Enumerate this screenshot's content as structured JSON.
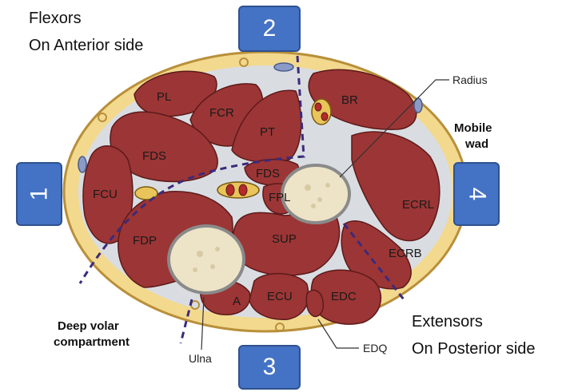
{
  "notes": {
    "flexors_line1": "Flexors",
    "flexors_line2": "On Anterior side",
    "extensors_line1": "Extensors",
    "extensors_line2": "On Posterior side"
  },
  "boxes": {
    "b1": "1",
    "b2": "2",
    "b3": "3",
    "b4": "4"
  },
  "muscles": {
    "pl": "PL",
    "fcr": "FCR",
    "pt": "PT",
    "br": "BR",
    "fds_top": "FDS",
    "fds_small": "FDS",
    "fpl": "FPL",
    "fcu": "FCU",
    "fdp": "FDP",
    "sup": "SUP",
    "ecrl": "ECRL",
    "ecrb": "ECRB",
    "ecu": "ECU",
    "edc": "EDC",
    "a": "A"
  },
  "callouts": {
    "radius": "Radius",
    "ulna": "Ulna",
    "edq": "EDQ",
    "mobile_wad_line1": "Mobile",
    "mobile_wad_line2": "wad",
    "deep_volar_line1": "Deep volar",
    "deep_volar_line2": "compartment"
  },
  "colors": {
    "muscle": "#9c3535",
    "fat": "#f2d98e",
    "bone": "#ede4c8",
    "box": "#4472c4",
    "dashed_line": "#3d2a7a"
  }
}
